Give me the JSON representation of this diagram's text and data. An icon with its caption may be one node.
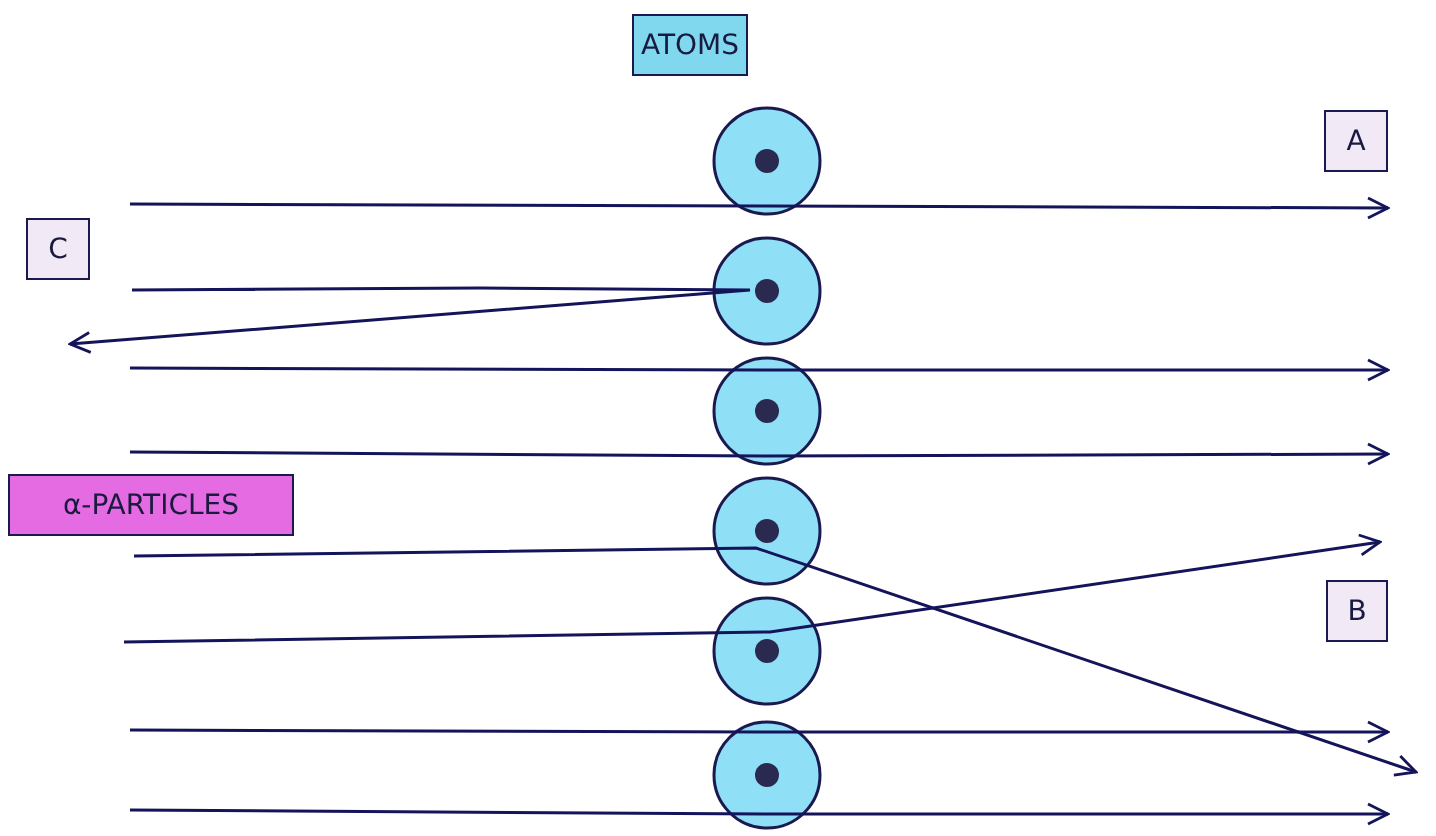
{
  "diagram": {
    "nodes": [
      {
        "text": [
          "ATOMS"
        ]
      },
      {
        "text": [
          "A"
        ]
      },
      {
        "text": [],
        "shape": "circle"
      },
      {
        "text": [
          "C"
        ]
      },
      {
        "text": [],
        "shape": "circle"
      },
      {
        "text": [],
        "shape": "circle"
      },
      {
        "text": [
          "α-PARTICLES"
        ]
      },
      {
        "text": [],
        "shape": "circle"
      },
      {
        "text": [
          "B"
        ]
      },
      {
        "text": [],
        "shape": "circle"
      },
      {
        "text": [],
        "shape": "circle"
      }
    ]
  }
}
